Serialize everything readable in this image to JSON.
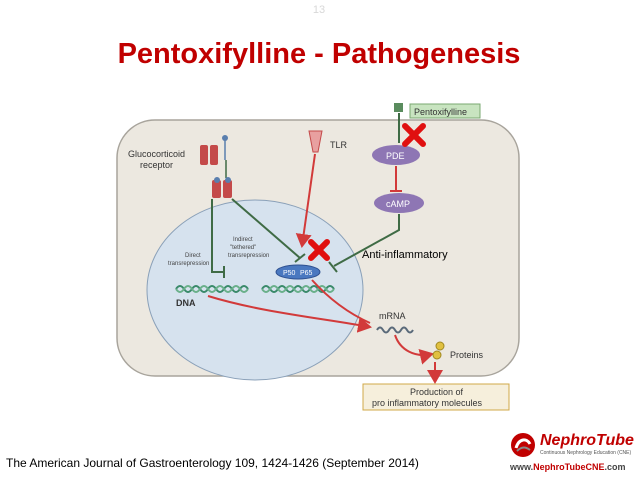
{
  "slide_number": "13",
  "title": "Pentoxifylline - Pathogenesis",
  "diagram": {
    "glucocorticoid_label_1": "Glucocorticoid",
    "glucocorticoid_label_2": "receptor",
    "tlr_label": "TLR",
    "pentoxifylline_label": "Pentoxifylline",
    "pde_label": "PDE",
    "camp_label": "cAMP",
    "indirect_label_1": "Indirect",
    "indirect_label_2": "\"tethered\"",
    "indirect_label_3": "transrepression",
    "direct_label_1": "Direct",
    "direct_label_2": "transrepression",
    "p50_label": "P50",
    "p65_label": "P65",
    "anti_inflammatory_label": "Anti-inflammatory",
    "dna_label": "DNA",
    "mrna_label": "mRNA",
    "proteins_label": "Proteins",
    "production_label_1": "Production of",
    "production_label_2": "pro inflammatory molecules"
  },
  "citation": "The American Journal of Gastroenterology 109, 1424-1426 (September 2014)",
  "logo": {
    "name": "NephroTube",
    "subtitle": "Continuous Nephrology Education (CNE)",
    "url_prefix": "www.",
    "url_highlight": "NephroTubeCNE",
    "url_suffix": ".com"
  },
  "colors": {
    "title": "#c00000",
    "cell": "#ece8e0",
    "nucleus": "#d6e2ee",
    "pde": "#8e76b4",
    "inhibit_line": "#3f6b45",
    "activation_line": "#d23a3a",
    "cross_mark": "#e01010"
  }
}
